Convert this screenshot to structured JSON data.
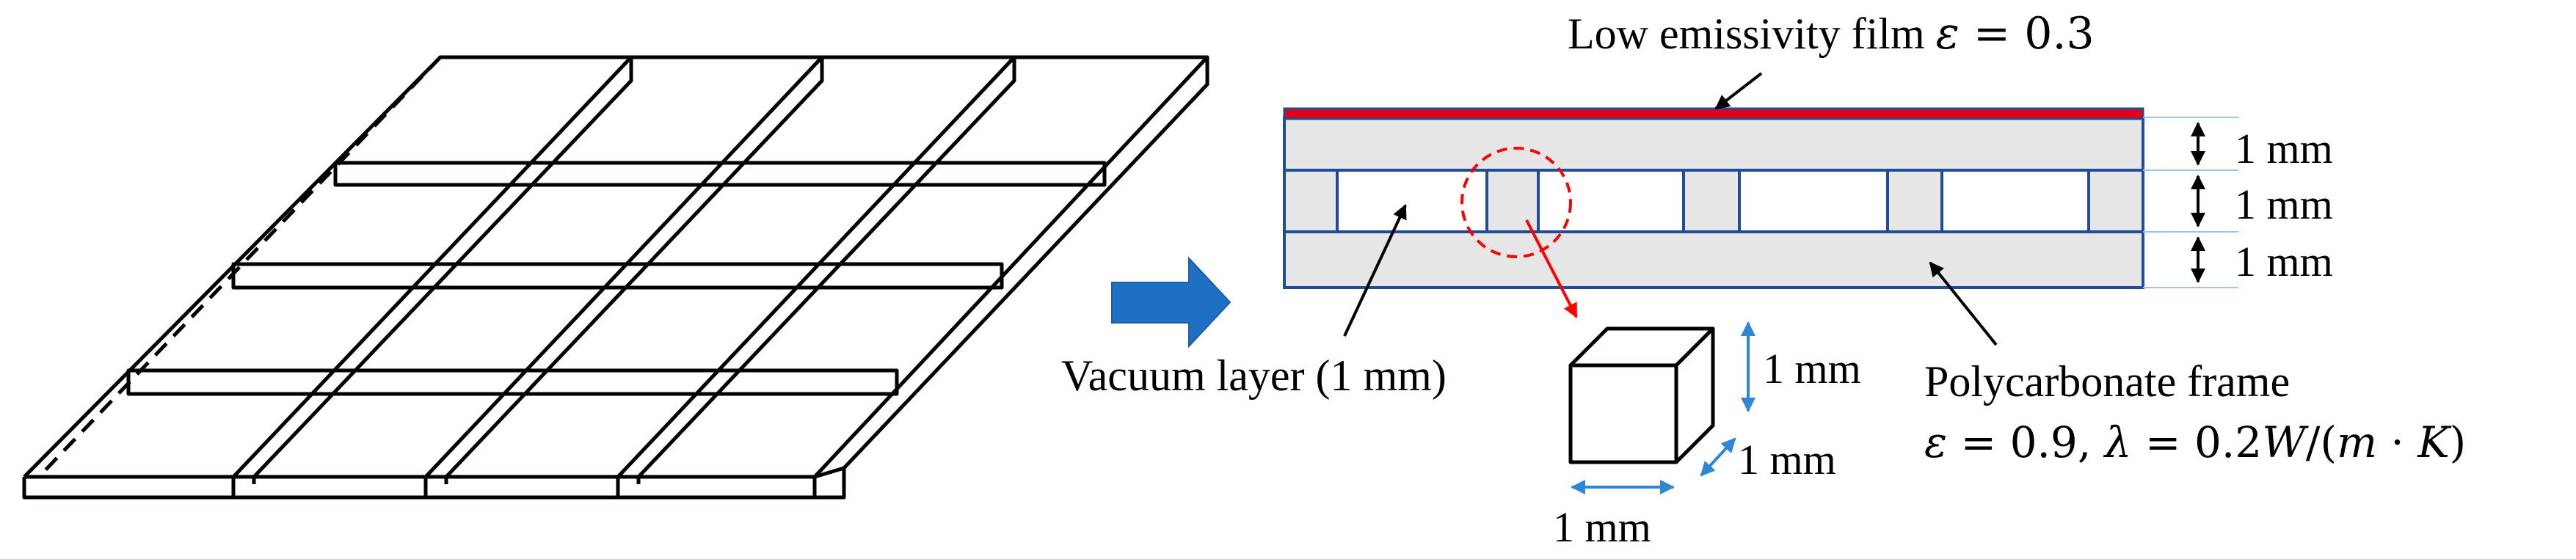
{
  "labels": {
    "film_text": "Low emissivity film ",
    "film_symbol": "ε",
    "film_eq": " = 0.3",
    "dim_top": "1 mm",
    "dim_middle": "1 mm",
    "dim_bottom": "1 mm",
    "vacuum_layer": "Vacuum layer (1 mm)",
    "cube_height": "1 mm",
    "cube_depth": "1 mm",
    "cube_width": "1 mm",
    "frame_name": "Polycarbonate frame",
    "frame_eps_symbol": "ε",
    "frame_eps_eq": " = 0.9, ",
    "frame_lambda_symbol": "λ",
    "frame_lambda_eq": " = 0.2",
    "frame_unit_W": "W",
    "frame_unit_rest": "/(",
    "frame_unit_m": "m",
    "frame_unit_dot": " · ",
    "frame_unit_K": "K",
    "frame_unit_close": ")"
  },
  "colors": {
    "film": "#e3001b",
    "frame_fill": "#e6e6e6",
    "outline": "#1f4e96",
    "arrow_blue": "#1f6fc5",
    "dim_blue": "#2e87d4",
    "highlight": "#ff0000"
  },
  "icons": {
    "big_arrow": "right-arrow-icon",
    "cube": "cube-icon"
  }
}
